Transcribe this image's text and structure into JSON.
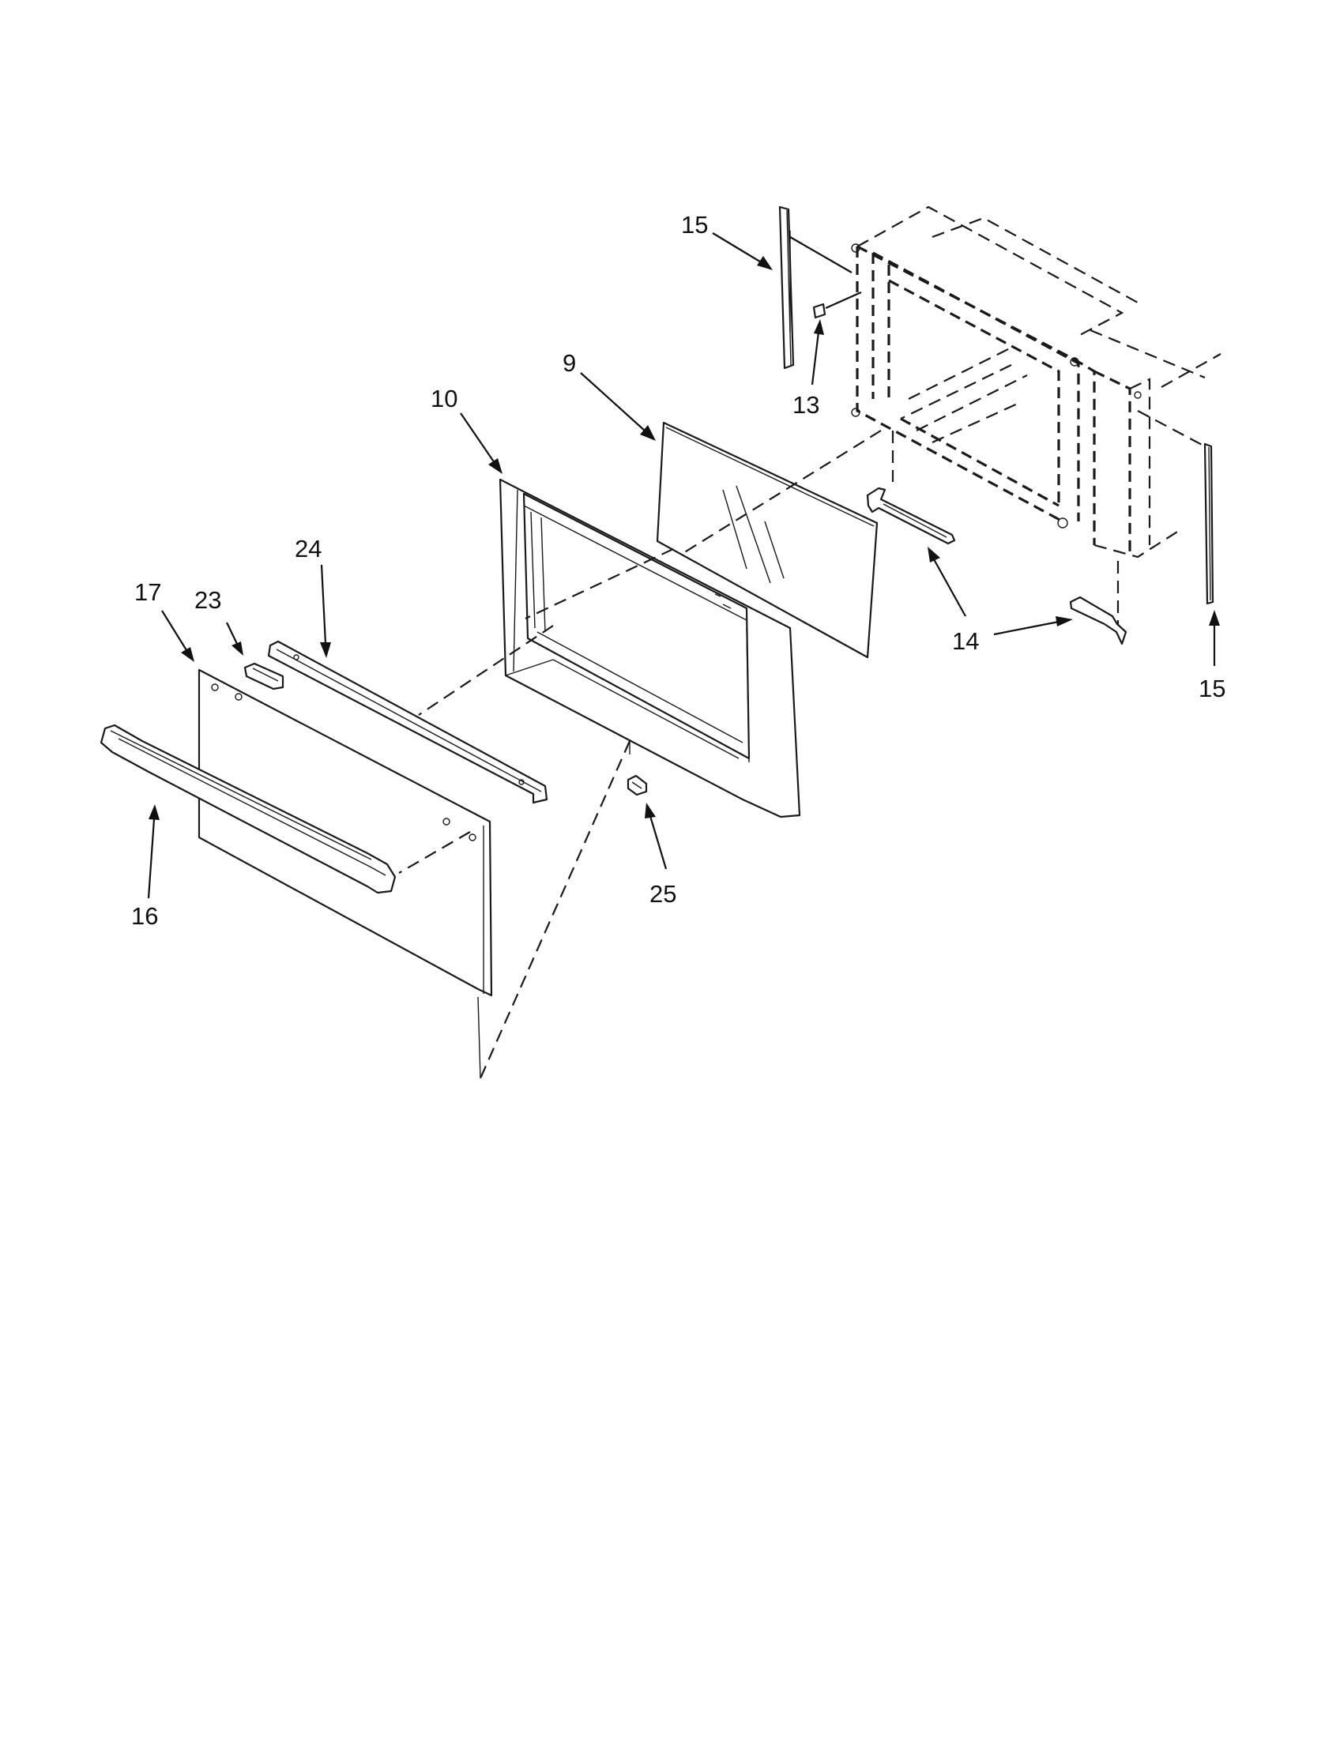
{
  "diagram": {
    "callouts": {
      "c9": "9",
      "c10": "10",
      "c13": "13",
      "c14": "14",
      "c15a": "15",
      "c15b": "15",
      "c16": "16",
      "c17": "17",
      "c23": "23",
      "c24": "24",
      "c25": "25"
    },
    "colors": {
      "line": "#1a1a1a",
      "background": "#ffffff"
    }
  }
}
